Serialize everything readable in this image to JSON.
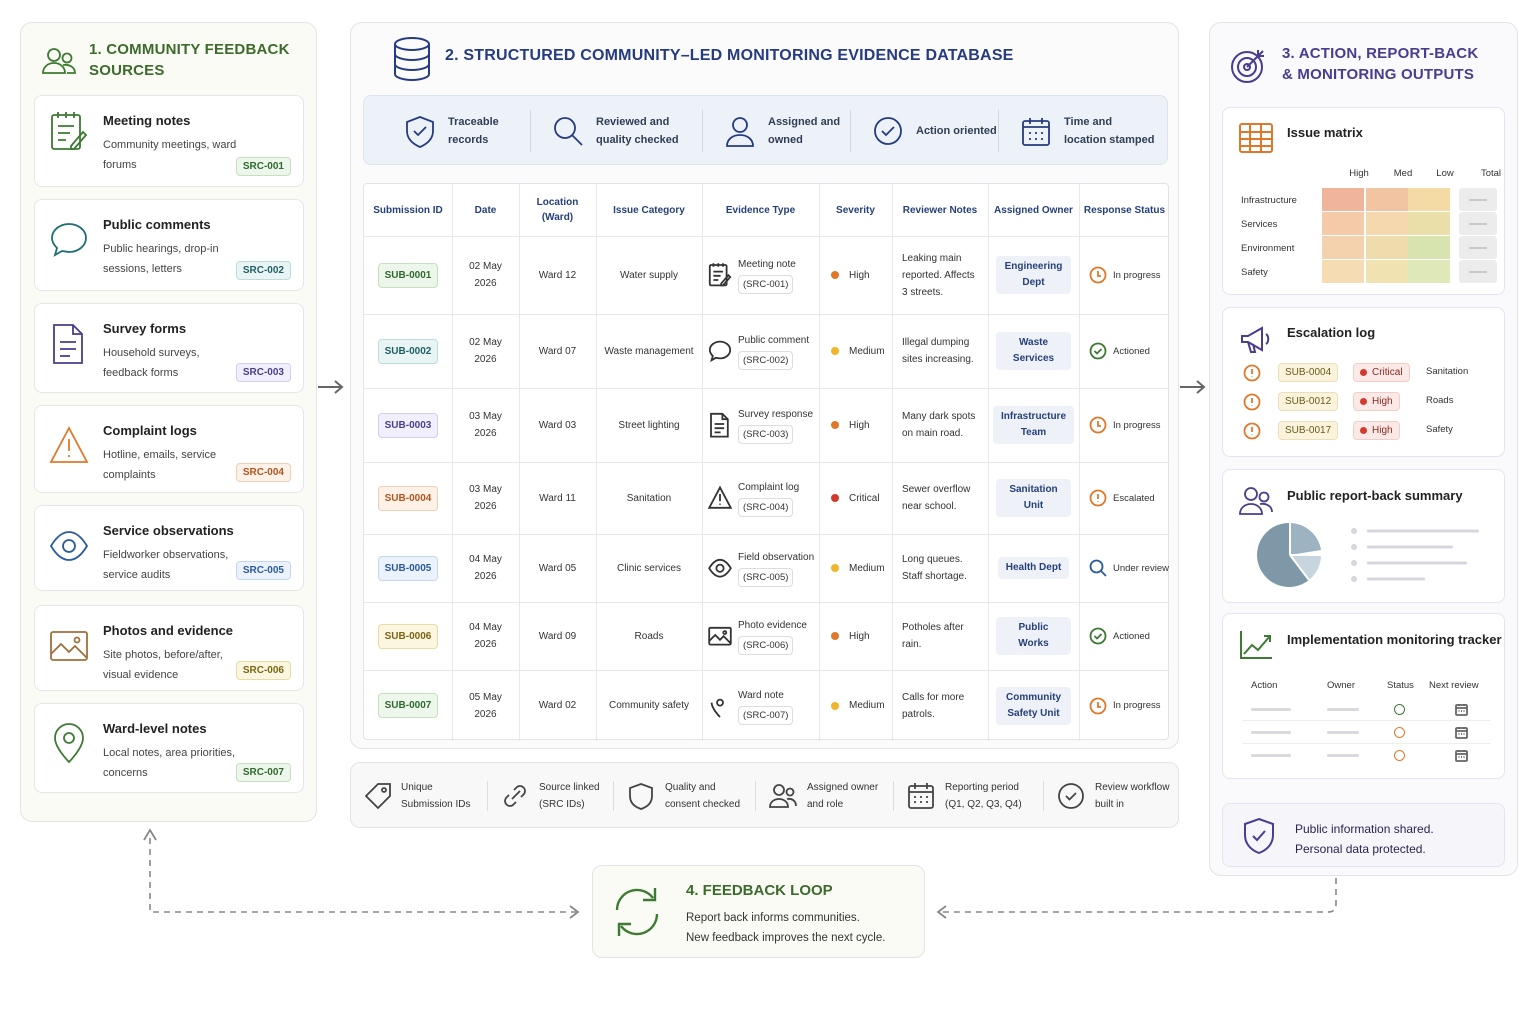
{
  "colors": {
    "green": "#3d7a32",
    "navy": "#253b82",
    "purple": "#4a3c8e",
    "orange": "#e0782a",
    "critical": "#d33a2c",
    "medium": "#f0b52a",
    "high": "#e0782a"
  },
  "p1": {
    "title1": "1. COMMUNITY FEEDBACK",
    "title2": "SOURCES",
    "sources": [
      {
        "icon": "notepad-icon",
        "title": "Meeting notes",
        "desc": "Community meetings, ward forums",
        "badge": "SRC-001"
      },
      {
        "icon": "speech-bubble-icon",
        "title": "Public comments",
        "desc": "Public hearings, drop-in sessions, letters",
        "badge": "SRC-002"
      },
      {
        "icon": "form-icon",
        "title": "Survey forms",
        "desc": "Household surveys, feedback forms",
        "badge": "SRC-003"
      },
      {
        "icon": "warning-icon",
        "title": "Complaint logs",
        "desc": "Hotline, emails, service complaints",
        "badge": "SRC-004"
      },
      {
        "icon": "eye-icon",
        "title": "Service observations",
        "desc": "Fieldworker observations, service audits",
        "badge": "SRC-005"
      },
      {
        "icon": "image-icon",
        "title": "Photos and evidence",
        "desc": "Site photos, before/after, visual evidence",
        "badge": "SRC-006"
      },
      {
        "icon": "map-pin-icon",
        "title": "Ward-level notes",
        "desc": "Local notes, area priorities, concerns",
        "badge": "SRC-007"
      }
    ]
  },
  "p2": {
    "title": "2. STRUCTURED COMMUNITY–LED MONITORING EVIDENCE DATABASE",
    "features": [
      {
        "l1": "Traceable",
        "l2": "records"
      },
      {
        "l1": "Reviewed and",
        "l2": "quality checked"
      },
      {
        "l1": "Assigned and",
        "l2": "owned"
      },
      {
        "l1": "Action oriented",
        "l2": ""
      },
      {
        "l1": "Time and",
        "l2": "location stamped"
      }
    ],
    "headers": [
      "Submission ID",
      "Date",
      "Location (Ward)",
      "Issue Category",
      "Evidence Type",
      "Severity",
      "Reviewer Notes",
      "Assigned Owner",
      "Response Status"
    ],
    "rows": [
      {
        "id": "SUB-0001",
        "date": "02 May 2026",
        "ward": "Ward 12",
        "cat": "Water supply",
        "ev": "Meeting note",
        "src": "(SRC-001)",
        "sev": "High",
        "notes": "Leaking main reported. Affects 3 streets.",
        "owner": "Engineering Dept",
        "status": "In progress"
      },
      {
        "id": "SUB-0002",
        "date": "02 May 2026",
        "ward": "Ward 07",
        "cat": "Waste management",
        "ev": "Public comment",
        "src": "(SRC-002)",
        "sev": "Medium",
        "notes": "Illegal dumping sites increasing.",
        "owner": "Waste Services",
        "status": "Actioned"
      },
      {
        "id": "SUB-0003",
        "date": "03 May 2026",
        "ward": "Ward 03",
        "cat": "Street lighting",
        "ev": "Survey response",
        "src": "(SRC-003)",
        "sev": "High",
        "notes": "Many dark spots on main road.",
        "owner": "Infrastructure Team",
        "status": "In progress"
      },
      {
        "id": "SUB-0004",
        "date": "03 May 2026",
        "ward": "Ward 11",
        "cat": "Sanitation",
        "ev": "Complaint log",
        "src": "(SRC-004)",
        "sev": "Critical",
        "notes": "Sewer overflow near school.",
        "owner": "Sanitation Unit",
        "status": "Escalated"
      },
      {
        "id": "SUB-0005",
        "date": "04 May 2026",
        "ward": "Ward 05",
        "cat": "Clinic services",
        "ev": "Field observation",
        "src": "(SRC-005)",
        "sev": "Medium",
        "notes": "Long queues. Staff shortage.",
        "owner": "Health Dept",
        "status": "Under review"
      },
      {
        "id": "SUB-0006",
        "date": "04 May 2026",
        "ward": "Ward 09",
        "cat": "Roads",
        "ev": "Photo evidence",
        "src": "(SRC-006)",
        "sev": "High",
        "notes": "Potholes after rain.",
        "owner": "Public Works",
        "status": "Actioned"
      },
      {
        "id": "SUB-0007",
        "date": "05 May 2026",
        "ward": "Ward 02",
        "cat": "Community safety",
        "ev": "Ward note",
        "src": "(SRC-007)",
        "sev": "Medium",
        "notes": "Calls for more patrols.",
        "owner": "Community Safety Unit",
        "status": "In progress"
      }
    ],
    "footer": [
      {
        "l1": "Unique",
        "l2": "Submission IDs"
      },
      {
        "l1": "Source linked",
        "l2": "(SRC IDs)"
      },
      {
        "l1": "Quality and",
        "l2": "consent checked"
      },
      {
        "l1": "Assigned owner",
        "l2": "and role"
      },
      {
        "l1": "Reporting period",
        "l2": "(Q1, Q2, Q3, Q4)"
      },
      {
        "l1": "Review workflow",
        "l2": "built in"
      }
    ]
  },
  "p3": {
    "title1": "3. ACTION, REPORT-BACK",
    "title2": "& MONITORING OUTPUTS",
    "matrix": {
      "title": "Issue matrix",
      "cols": [
        "High",
        "Med",
        "Low",
        "Total"
      ],
      "rows": [
        "Infrastructure",
        "Services",
        "Environment",
        "Safety"
      ]
    },
    "escalation": {
      "title": "Escalation log",
      "items": [
        {
          "id": "SUB-0004",
          "sev": "Critical",
          "cat": "Sanitation"
        },
        {
          "id": "SUB-0012",
          "sev": "High",
          "cat": "Roads"
        },
        {
          "id": "SUB-0017",
          "sev": "High",
          "cat": "Safety"
        }
      ]
    },
    "summary": {
      "title": "Public report-back summary"
    },
    "tracker": {
      "title": "Implementation monitoring tracker",
      "cols": [
        "Action",
        "Owner",
        "Status",
        "Next review"
      ]
    },
    "privacy": {
      "l1": "Public information shared.",
      "l2": "Personal data protected."
    }
  },
  "loop": {
    "title": "4. FEEDBACK LOOP",
    "l1": "Report back informs communities.",
    "l2": "New feedback improves the next cycle."
  }
}
